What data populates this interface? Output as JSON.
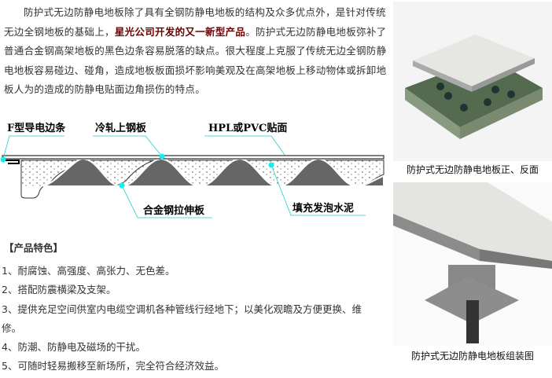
{
  "intro": {
    "part1": "防护式无边防静电地板除了具有全钢防静电地板的结构及众多优点外，是针对传统无边全钢地板的基础上，",
    "highlight": "星光公司开发的又一新型产品",
    "part2": "。防护式无边防静电地板弥补了普通合金钢高架地板的黑色边条容易脱落的缺点。很大程度上克服了传统无边全钢防静电地板容易碰边、碰角，造成地板板面损坏影响美观及在高架地板上移动物体或拆卸地板人为的造成的防静电贴面边角损伤的特点。"
  },
  "diagram": {
    "labels": {
      "edge": "F型导电边条",
      "steel_top": "冷轧上钢板",
      "surface": "HPL或PVC贴面",
      "alloy": "合金钢拉伸板",
      "cement": "填充发泡水泥"
    }
  },
  "features": {
    "title": "【产品特色】",
    "items": [
      "1、耐腐蚀、高强度、高张力、无色差。",
      "2、搭配防震横梁及支架。",
      "3、提供充足空间供室内电缆空调机各种管线行经地下；以美化观瞻及方便更换、维修。",
      "4、防潮、防静电及磁场的干扰。",
      "5、可随时轻易搬移至新场所，完全符合经济效益。"
    ]
  },
  "photos": {
    "top_caption": "防护式无边防静电地板正、反面",
    "bottom_caption": "防护式无边防静电地板组装图"
  }
}
